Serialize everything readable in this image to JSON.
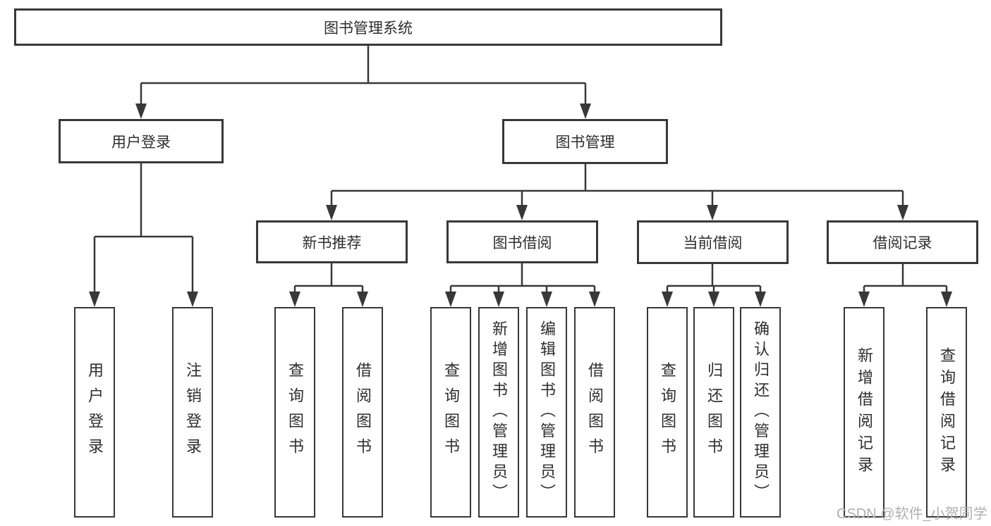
{
  "nodes": {
    "root": {
      "label": "图书管理系统"
    },
    "user_login": {
      "label": "用户登录"
    },
    "book_management": {
      "label": "图书管理"
    },
    "new_book_recommend": {
      "label": "新书推荐"
    },
    "book_borrow": {
      "label": "图书借阅"
    },
    "current_borrow": {
      "label": "当前借阅"
    },
    "borrow_record": {
      "label": "借阅记录"
    },
    "login": {
      "label": "用户登录"
    },
    "logout": {
      "label": "注销登录"
    },
    "rec_query": {
      "label": "查询图书"
    },
    "rec_borrow": {
      "label": "借阅图书"
    },
    "bb_query": {
      "label": "查询图书"
    },
    "bb_add": {
      "label": "新增图书（管理员）"
    },
    "bb_edit": {
      "label": "编辑图书（管理员）"
    },
    "bb_borrow": {
      "label": "借阅图书"
    },
    "cb_query": {
      "label": "查询图书"
    },
    "cb_return": {
      "label": "归还图书"
    },
    "cb_confirm": {
      "label": "确认归还（管理员）"
    },
    "br_add": {
      "label": "新增借阅记录"
    },
    "br_query": {
      "label": "查询借阅记录"
    }
  },
  "watermark": "CSDN @软件_小贺同学",
  "colors": {
    "line": "#383838",
    "text": "#2e2e2e",
    "watermark": "#b0b0b0",
    "background": "#ffffff"
  }
}
